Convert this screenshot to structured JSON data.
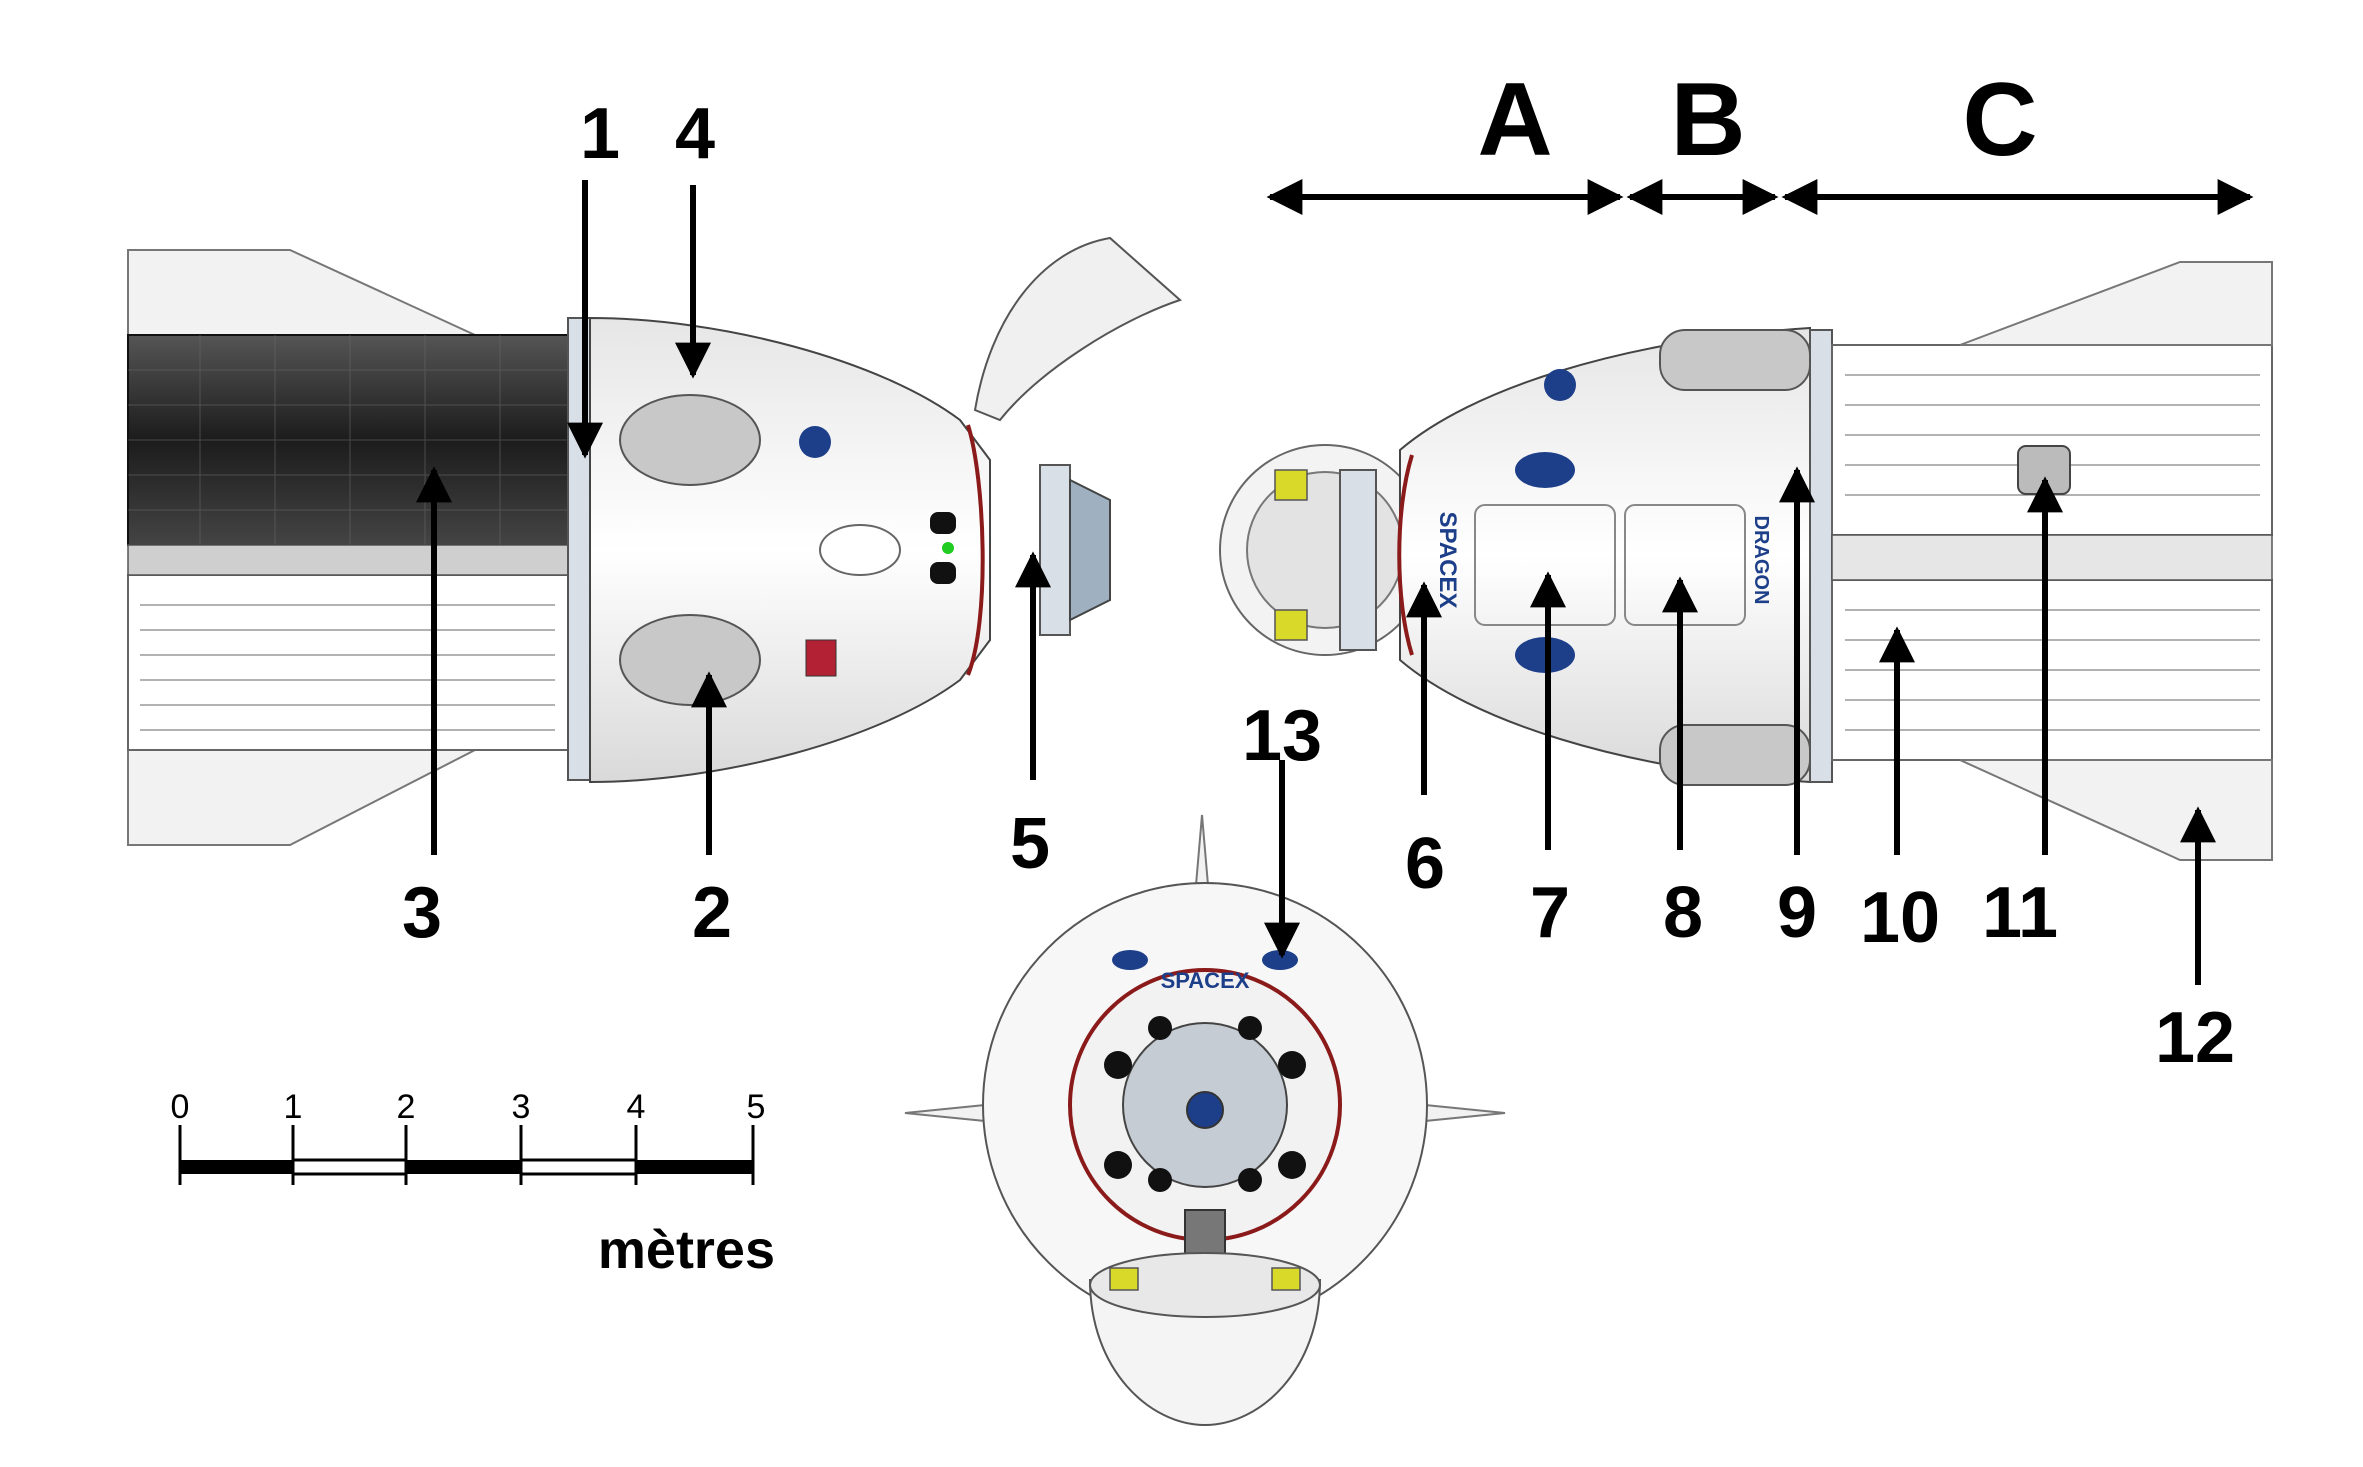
{
  "sections": [
    {
      "id": "A",
      "label": "A"
    },
    {
      "id": "B",
      "label": "B"
    },
    {
      "id": "C",
      "label": "C"
    }
  ],
  "callouts": [
    "1",
    "2",
    "3",
    "4",
    "5",
    "6",
    "7",
    "8",
    "9",
    "10",
    "11",
    "12",
    "13"
  ],
  "scale": {
    "ticks": [
      "0",
      "1",
      "2",
      "3",
      "4",
      "5"
    ],
    "units": "mètres"
  },
  "logos": {
    "spacex_side": "SPACEX",
    "dragon_side": "DRAGON",
    "spacex_front": "SPACEX"
  },
  "colors": {
    "heatshield_line": "#8b1a1a",
    "window": "#1d3f8a",
    "solar_panel": "#2f2f2f",
    "hatch_pad": "#d9d92a"
  }
}
